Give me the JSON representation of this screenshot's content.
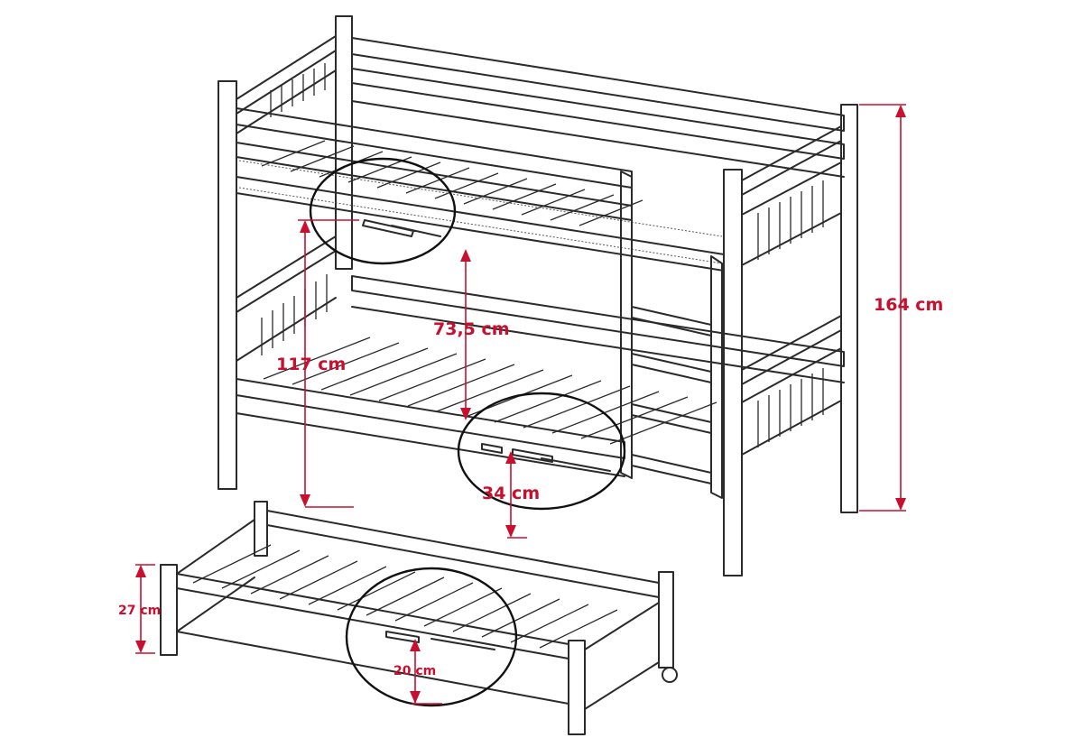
{
  "dimensions": {
    "total_height": "164 cm",
    "lower_clearance": "117 cm",
    "bunk_gap": "73,5 cm",
    "lower_slat_height": "34 cm",
    "trundle_height": "27 cm",
    "trundle_slat_height": "20 cm"
  },
  "colors": {
    "dimension": "#c8102e",
    "outline": "#2b2b2b"
  }
}
